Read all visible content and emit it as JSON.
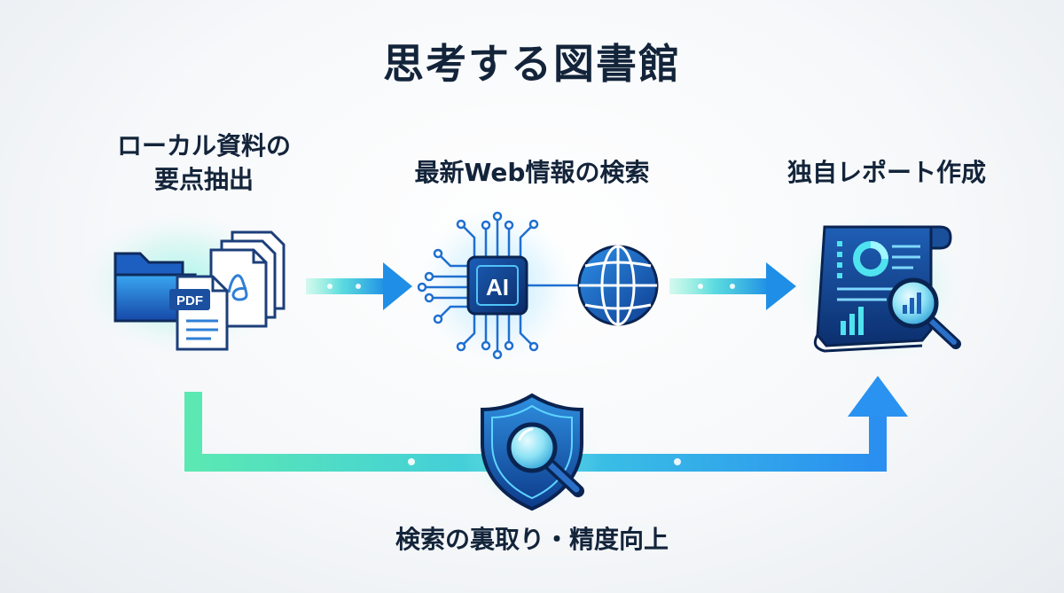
{
  "title": "思考する図書館",
  "steps": {
    "local": {
      "label_line1": "ローカル資料の",
      "label_line2": "要点抽出"
    },
    "web": {
      "label": "最新Web情報の検索"
    },
    "report": {
      "label": "独自レポート作成"
    },
    "verify": {
      "label": "検索の裏取り・精度向上"
    }
  },
  "icons": {
    "local": [
      "folder-icon",
      "pdf-document-icon",
      "document-stack-icon"
    ],
    "web": [
      "ai-chip-icon",
      "globe-icon"
    ],
    "report": [
      "report-document-icon",
      "magnifier-icon"
    ],
    "verify": [
      "shield-icon",
      "magnifier-icon"
    ]
  },
  "badges": {
    "pdf": "PDF",
    "ai": "AI"
  },
  "colors": {
    "text": "#13243a",
    "accent_blue": "#1e6fd9",
    "accent_cyan": "#27c3e6",
    "accent_green": "#3fe0b0",
    "navy": "#0f2b5c"
  }
}
